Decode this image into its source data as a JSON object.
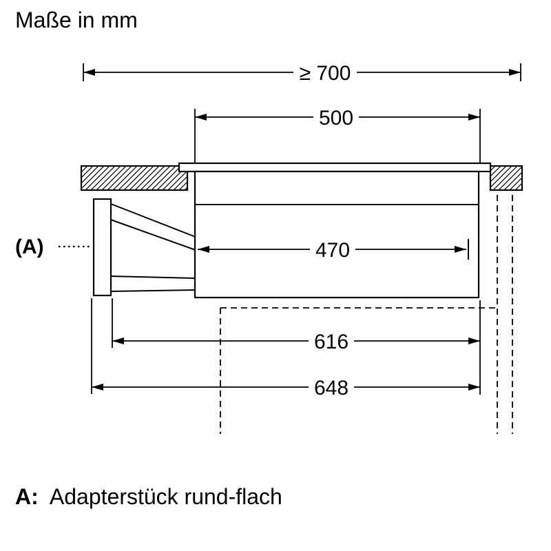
{
  "title": "Maße in mm",
  "diagram": {
    "dimensions": {
      "overall_min_width": "≥ 700",
      "top_width": "500",
      "inner_width": "470",
      "depth_mid": "616",
      "depth_total": "648"
    },
    "callout": {
      "label": "(A)"
    }
  },
  "legend": {
    "term": "A:",
    "definition": "Adapterstück rund-flach"
  },
  "colors": {
    "line": "#000000",
    "background": "#ffffff"
  }
}
